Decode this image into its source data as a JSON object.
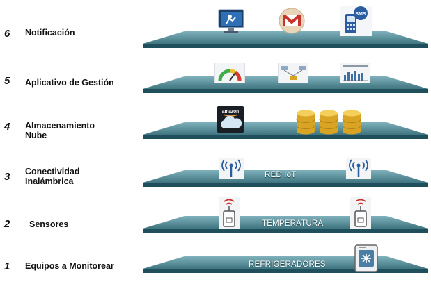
{
  "layers": [
    {
      "number": "6",
      "label": "Notificación",
      "platform_text": "",
      "icons": [
        "desktop-screen-icon",
        "gmail-icon",
        "sms-phone-icon"
      ]
    },
    {
      "number": "5",
      "label": "Aplicativo de Gestión",
      "platform_text": "",
      "icons": [
        "gauge-dashboard-icon",
        "flow-diagram-icon",
        "bar-report-icon"
      ]
    },
    {
      "number": "4",
      "label": "Almacenamiento\nNube",
      "platform_text": "",
      "icons": [
        "amazon-cloud-icon",
        "database-cylinder-icon",
        "database-cylinder-icon",
        "database-cylinder-icon"
      ]
    },
    {
      "number": "3",
      "label": "Conectividad\nInalámbrica",
      "platform_text": "RED IoT",
      "icons": [
        "wireless-antenna-icon",
        "wireless-antenna-icon"
      ]
    },
    {
      "number": "2",
      "label": "Sensores",
      "platform_text": "TEMPERATURA",
      "icons": [
        "temperature-sensor-icon",
        "temperature-sensor-icon"
      ]
    },
    {
      "number": "1",
      "label": "Equipos a Monitorear",
      "platform_text": "REFRIGERADORES",
      "icons": [
        "refrigerator-icon"
      ]
    }
  ],
  "colors": {
    "platform_top": "#4e8793",
    "platform_front": "#1f4f5a",
    "platform_highlight": "#8fc0c9",
    "gold": "#d9a424",
    "gmail_red": "#c8342b"
  }
}
